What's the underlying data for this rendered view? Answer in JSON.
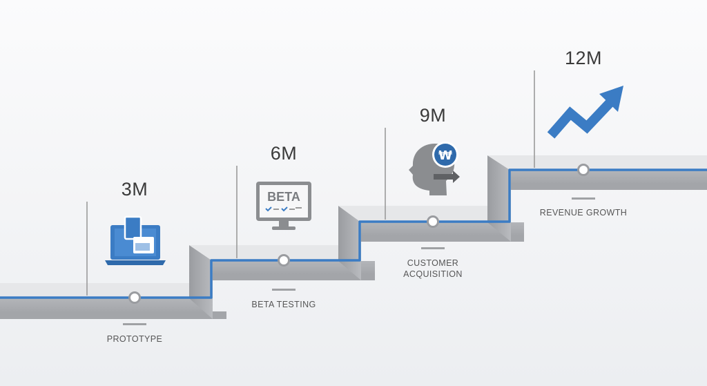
{
  "colors": {
    "accent": "#3b7cc4",
    "step_top": "#e6e7e9",
    "step_face": "#a7a9ad",
    "icon_gray": "#8b8d90"
  },
  "stages": [
    {
      "value": "3M",
      "label_lines": [
        "PROTOTYPE"
      ],
      "icon": "laptop-icon"
    },
    {
      "value": "6M",
      "label_lines": [
        "BETA TESTING"
      ],
      "icon": "beta-monitor-icon",
      "icon_text": "BETA"
    },
    {
      "value": "9M",
      "label_lines": [
        "CUSTOMER",
        "ACQUISITION"
      ],
      "icon": "head-won-icon",
      "icon_text": "₩"
    },
    {
      "value": "12M",
      "label_lines": [
        "REVENUE GROWTH"
      ],
      "icon": "trend-arrow-icon"
    }
  ]
}
